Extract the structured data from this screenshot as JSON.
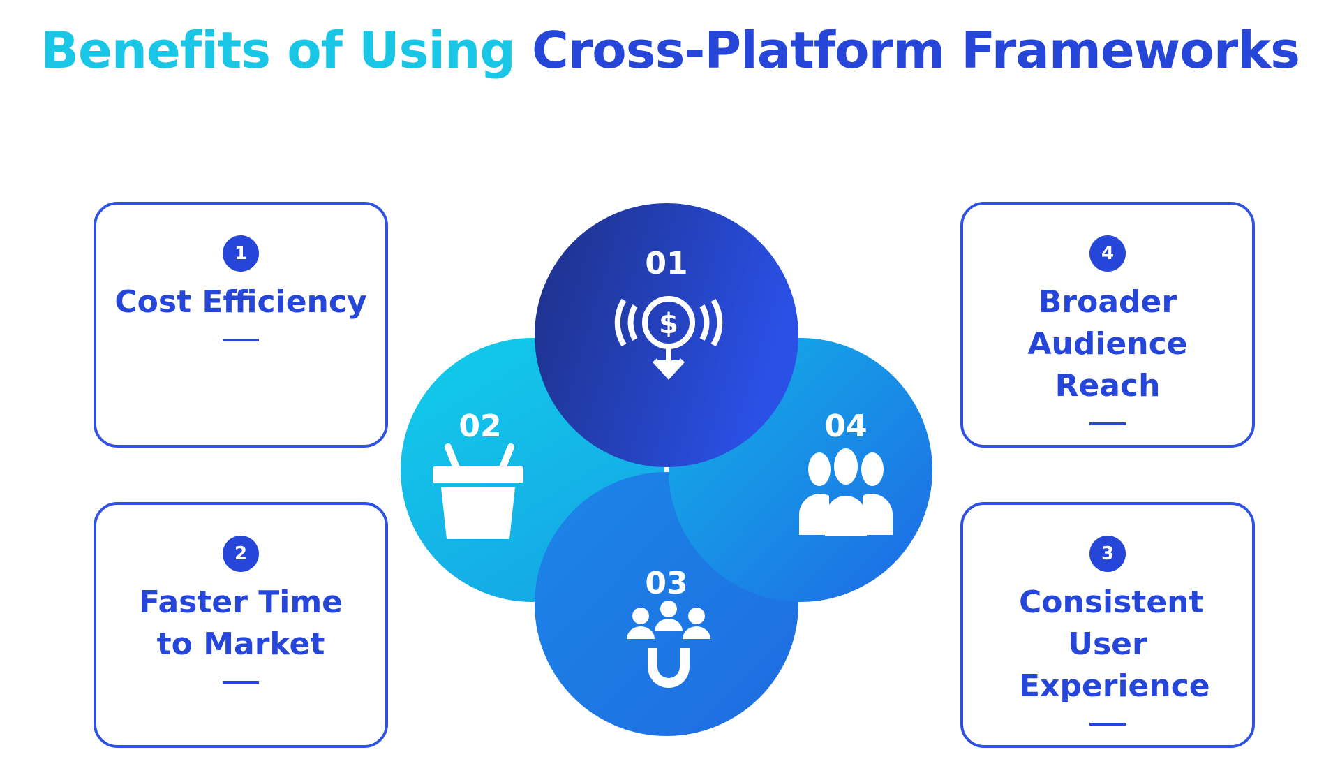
{
  "title": {
    "part1": "Benefits of Using",
    "part2": "Cross-Platform Frameworks"
  },
  "colors": {
    "cyan": "#19c6e6",
    "blue": "#2546d8",
    "card_border": "#2f52e0"
  },
  "cards": [
    {
      "number": "1",
      "label": "Cost Efficiency"
    },
    {
      "number": "2",
      "label": "Faster Time to Market"
    },
    {
      "number": "3",
      "label": "Consistent User Experience"
    },
    {
      "number": "4",
      "label": "Broader Audience Reach"
    }
  ],
  "circles": [
    {
      "number": "01",
      "icon": "money-down-icon"
    },
    {
      "number": "02",
      "icon": "basket-icon"
    },
    {
      "number": "03",
      "icon": "user-magnet-icon"
    },
    {
      "number": "04",
      "icon": "group-icon"
    }
  ]
}
